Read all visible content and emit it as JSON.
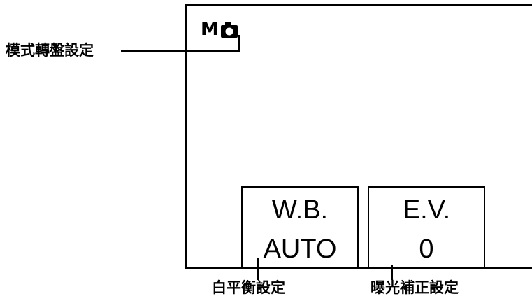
{
  "screen": {
    "mode_indicator": {
      "letter": "M",
      "icon": "camera-icon"
    },
    "white_balance_box": {
      "title": "W.B.",
      "value": "AUTO"
    },
    "exposure_box": {
      "title": "E.V.",
      "value": "0"
    }
  },
  "callouts": {
    "mode_dial": "模式轉盤設定",
    "white_balance": "白平衡設定",
    "exposure_compensation": "曝光補正設定"
  }
}
